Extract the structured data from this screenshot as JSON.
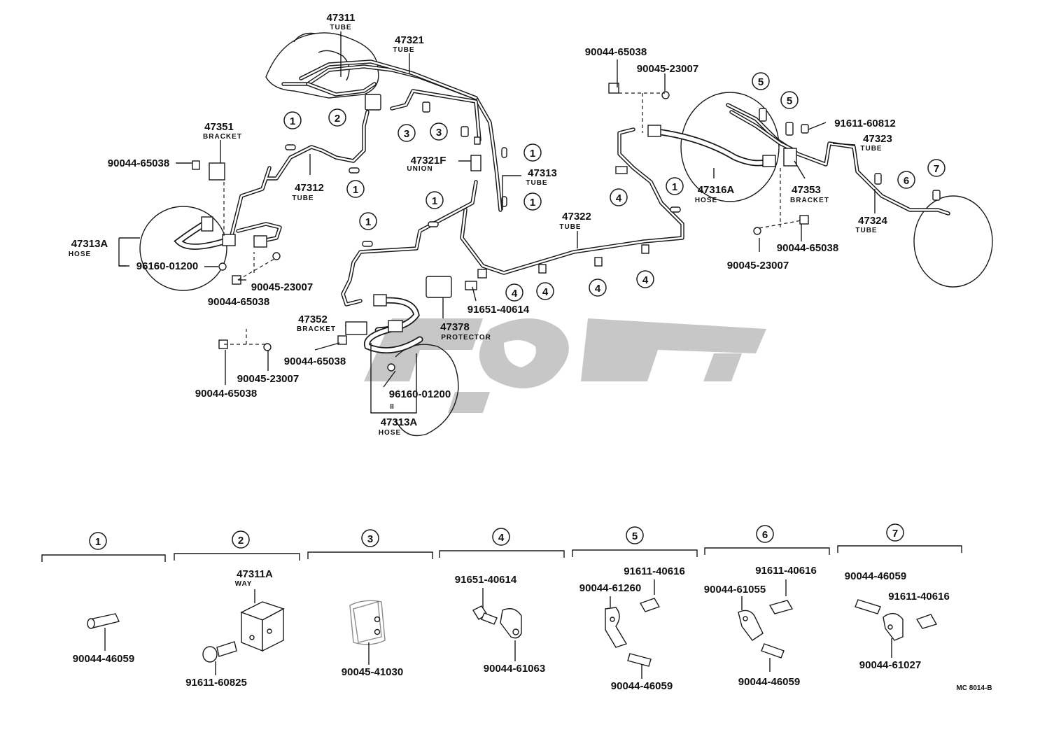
{
  "labels": {
    "p47311": {
      "num": "47311",
      "desc": "TUBE"
    },
    "p47321": {
      "num": "47321",
      "desc": "TUBE"
    },
    "p47351": {
      "num": "47351",
      "desc": "BRACKET"
    },
    "p47312": {
      "num": "47312",
      "desc": "TUBE"
    },
    "p47321f": {
      "num": "47321F",
      "desc": "UNION"
    },
    "p47313": {
      "num": "47313",
      "desc": "TUBE"
    },
    "p47313a_l": {
      "num": "47313A",
      "desc": "HOSE"
    },
    "p47313a_c": {
      "num": "47313A",
      "desc": "HOSE"
    },
    "p47322": {
      "num": "47322",
      "desc": "TUBE"
    },
    "p47316a": {
      "num": "47316A",
      "desc": "HOSE"
    },
    "p47353": {
      "num": "47353",
      "desc": "BRACKET"
    },
    "p47323": {
      "num": "47323",
      "desc": "TUBE"
    },
    "p47324": {
      "num": "47324",
      "desc": "TUBE"
    },
    "p47352": {
      "num": "47352",
      "desc": "BRACKET"
    },
    "p47378": {
      "num": "47378",
      "desc": "PROTECTOR"
    },
    "p47311a": {
      "num": "47311A",
      "desc": "WAY"
    }
  },
  "part_numbers": {
    "a1": "90044-65038",
    "a2": "90045-23007",
    "a3": "90044-65038",
    "a4": "96160-01200",
    "a5": "90045-23007",
    "a6": "90044-65038",
    "a7": "91611-60812",
    "a8": "90044-65038",
    "a9": "90045-23007",
    "a10": "91651-40614",
    "a11": "90044-65038",
    "a12": "90045-23007",
    "a13": "90044-65038",
    "a14": "96160-01200",
    "a15": "II"
  },
  "callouts": {
    "c1": "1",
    "c2": "2",
    "c3": "3",
    "c4": "4",
    "c5": "5",
    "c6": "6",
    "c7": "7"
  },
  "groups": [
    {
      "ref": "1",
      "parts": [
        "90044-46059"
      ]
    },
    {
      "ref": "2",
      "parts": [
        "91611-60825"
      ]
    },
    {
      "ref": "3",
      "parts": [
        "90045-41030"
      ]
    },
    {
      "ref": "4",
      "parts": [
        "91651-40614",
        "90044-61063"
      ]
    },
    {
      "ref": "5",
      "parts": [
        "91611-40616",
        "90044-61260",
        "90044-46059"
      ]
    },
    {
      "ref": "6",
      "parts": [
        "91611-40616",
        "90044-61055",
        "90044-46059"
      ]
    },
    {
      "ref": "7",
      "parts": [
        "90044-46059",
        "91611-40616",
        "90044-61027"
      ]
    }
  ],
  "figure_code": "MC 8014-B"
}
